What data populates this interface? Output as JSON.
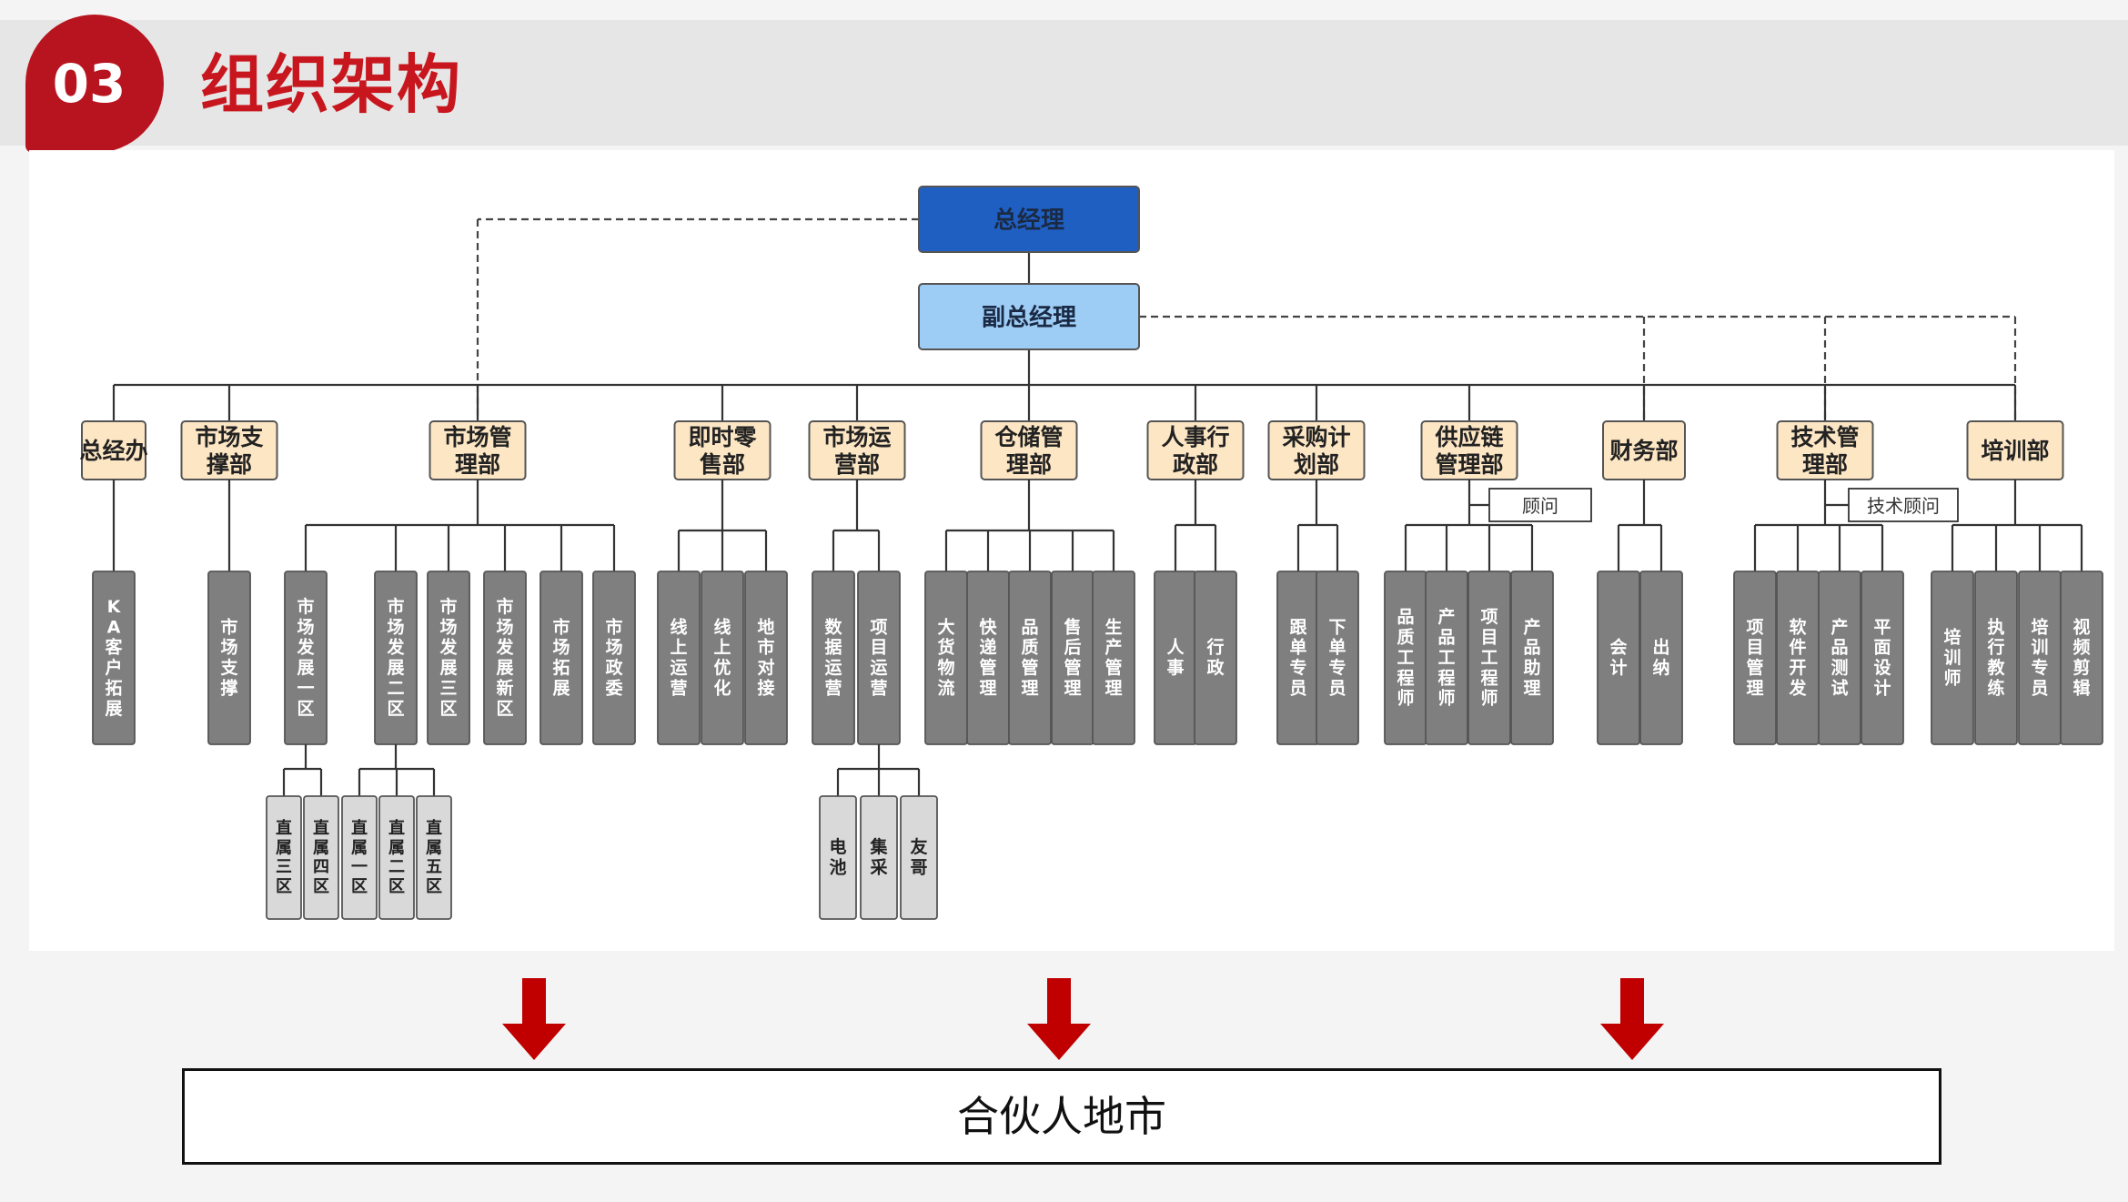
{
  "header": {
    "number": "03",
    "title": "组织架构"
  },
  "colors": {
    "accent_red": "#c8161e",
    "top_box": "#1f5fc2",
    "second_box": "#9dccf5",
    "department_box": "#fde6c4",
    "sub_box_dark": "#7f7f7f",
    "sub_box_light": "#d9d9d9"
  },
  "org": {
    "top": "总经理",
    "second": "副总经理",
    "advisors": {
      "supply_chain": "顾问",
      "tech": "技术顾问"
    },
    "departments": [
      {
        "label": "总经办",
        "subs": [
          "KA客户拓展"
        ]
      },
      {
        "label": "市场支撑部",
        "subs": [
          "市场支撑"
        ]
      },
      {
        "label": "市场管理部",
        "subs": [
          "市场发展一区",
          "市场发展二区",
          "市场发展三区",
          "市场发展新区",
          "市场拓展",
          "市场政委"
        ]
      },
      {
        "label": "即时零售部",
        "subs": [
          "线上运营",
          "线上优化",
          "地市对接"
        ]
      },
      {
        "label": "市场运营部",
        "subs": [
          "数据运营",
          "项目运营"
        ]
      },
      {
        "label": "仓储管理部",
        "subs": [
          "大货物流",
          "快递管理",
          "品质管理",
          "售后管理",
          "生产管理"
        ]
      },
      {
        "label": "人事行政部",
        "subs": [
          "人事",
          "行政"
        ]
      },
      {
        "label": "采购计划部",
        "subs": [
          "跟单专员",
          "下单专员"
        ]
      },
      {
        "label": "供应链管理部",
        "subs": [
          "品质工程师",
          "产品工程师",
          "项目工程师",
          "产品助理"
        ]
      },
      {
        "label": "财务部",
        "subs": [
          "会计",
          "出纳"
        ]
      },
      {
        "label": "技术管理部",
        "subs": [
          "项目管理",
          "软件开发",
          "产品测试",
          "平面设计"
        ]
      },
      {
        "label": "培训部",
        "subs": [
          "培训师",
          "执行教练",
          "培训专员",
          "视频剪辑"
        ]
      }
    ],
    "regions": [
      "直属三区",
      "直属四区",
      "直属一区",
      "直属二区",
      "直属五区"
    ],
    "ops_subs": [
      "电池",
      "集采",
      "友哥"
    ]
  },
  "footer": {
    "partner": "合伙人地市"
  }
}
